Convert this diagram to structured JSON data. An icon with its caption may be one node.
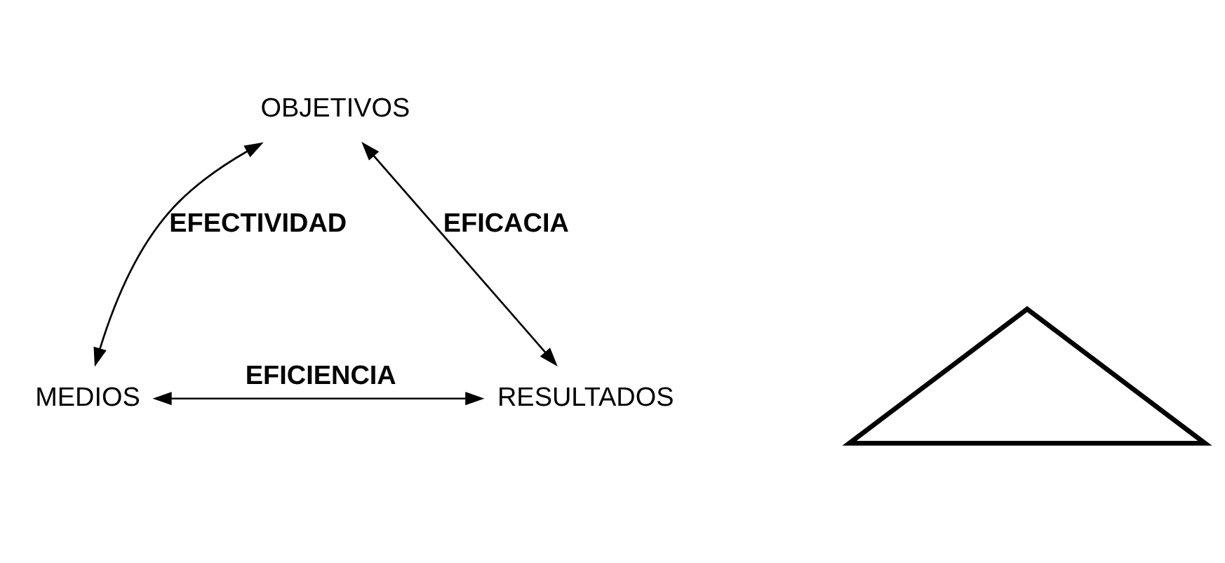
{
  "diagram": {
    "nodes": [
      {
        "text": [
          "OBJETIVOS"
        ]
      },
      {
        "text": [
          "MEDIOS"
        ]
      },
      {
        "text": [],
        "shape": "triangle"
      },
      {
        "text": [
          "RESULTADOS"
        ]
      }
    ],
    "edges": [
      {
        "from": 0,
        "to": 1,
        "arrow": "both",
        "label": "EFECTIVIDAD"
      },
      {
        "from": 0,
        "to": 3,
        "arrow": "both",
        "label": "EFICACIA"
      },
      {
        "from": 1,
        "to": 3,
        "arrow": "both",
        "label": "EFICIENCIA"
      }
    ]
  }
}
